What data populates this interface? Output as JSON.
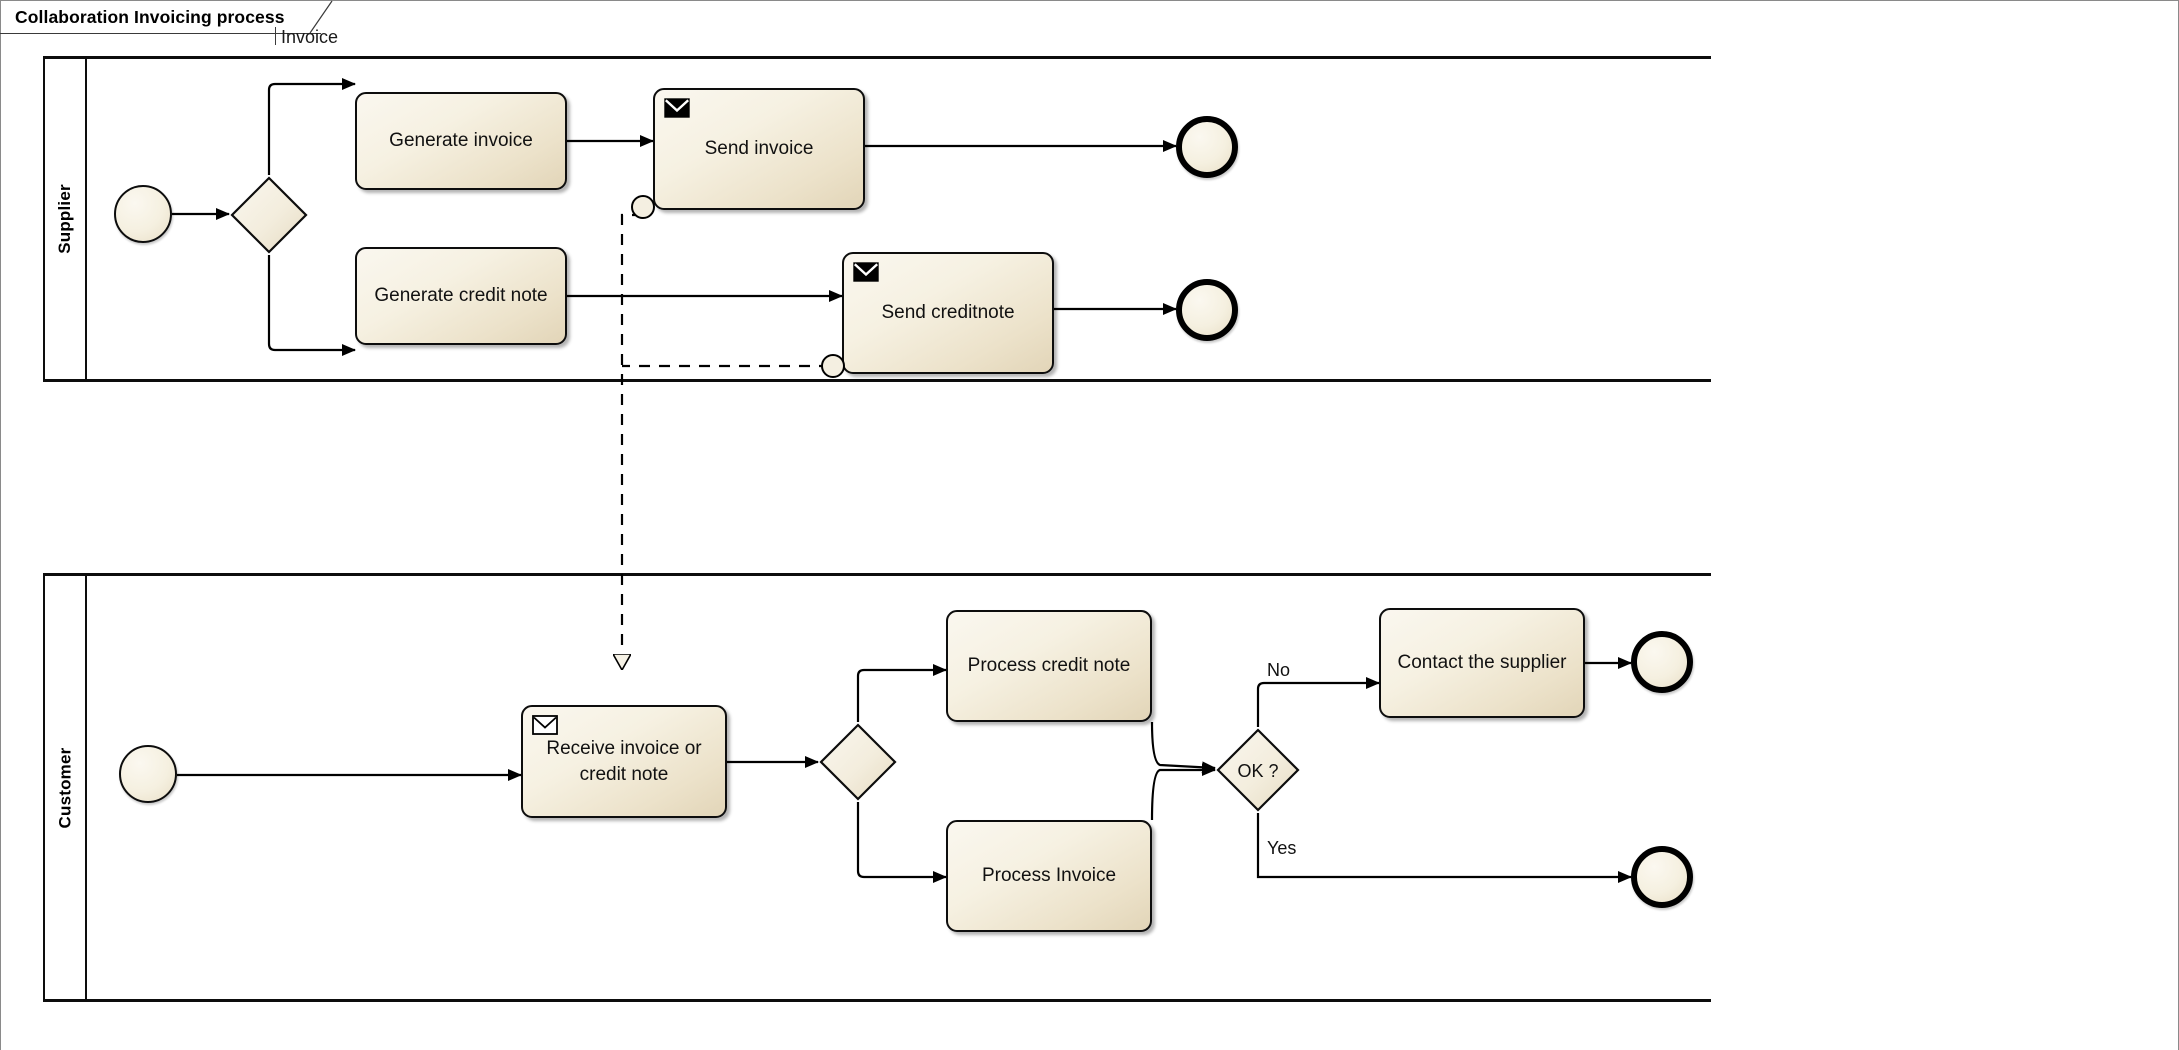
{
  "diagram": {
    "title": "Collaboration Invoicing process",
    "collaboration_label": "Invoice",
    "type": "bpmn-collaboration"
  },
  "pools": [
    {
      "id": "supplier",
      "label": "Supplier"
    },
    {
      "id": "customer",
      "label": "Customer"
    }
  ],
  "supplier": {
    "lane_label": "Supplier",
    "start_event": "",
    "gateway": "",
    "tasks": {
      "generate_invoice": "Generate invoice",
      "generate_credit_note": "Generate credit note",
      "send_invoice": "Send invoice",
      "send_creditnote": "Send creditnote"
    },
    "icons": {
      "send_invoice": "send-message-envelope-icon",
      "send_creditnote": "send-message-envelope-icon"
    }
  },
  "customer": {
    "lane_label": "Customer",
    "tasks": {
      "receive": "Receive invoice or\ncredit note",
      "process_credit_note": "Process credit note",
      "process_invoice": "Process Invoice",
      "contact_supplier": "Contact the supplier"
    },
    "gateways": {
      "split": "",
      "ok": "OK ?"
    },
    "flow_labels": {
      "no": "No",
      "yes": "Yes"
    },
    "icons": {
      "receive": "receive-message-envelope-icon"
    }
  },
  "colors": {
    "shape_fill_light": "#faf7ef",
    "shape_fill_dark": "#e2d5b8",
    "stroke": "#0d0d0d",
    "canvas": "#ffffff",
    "frame": "#8a8a8a"
  }
}
